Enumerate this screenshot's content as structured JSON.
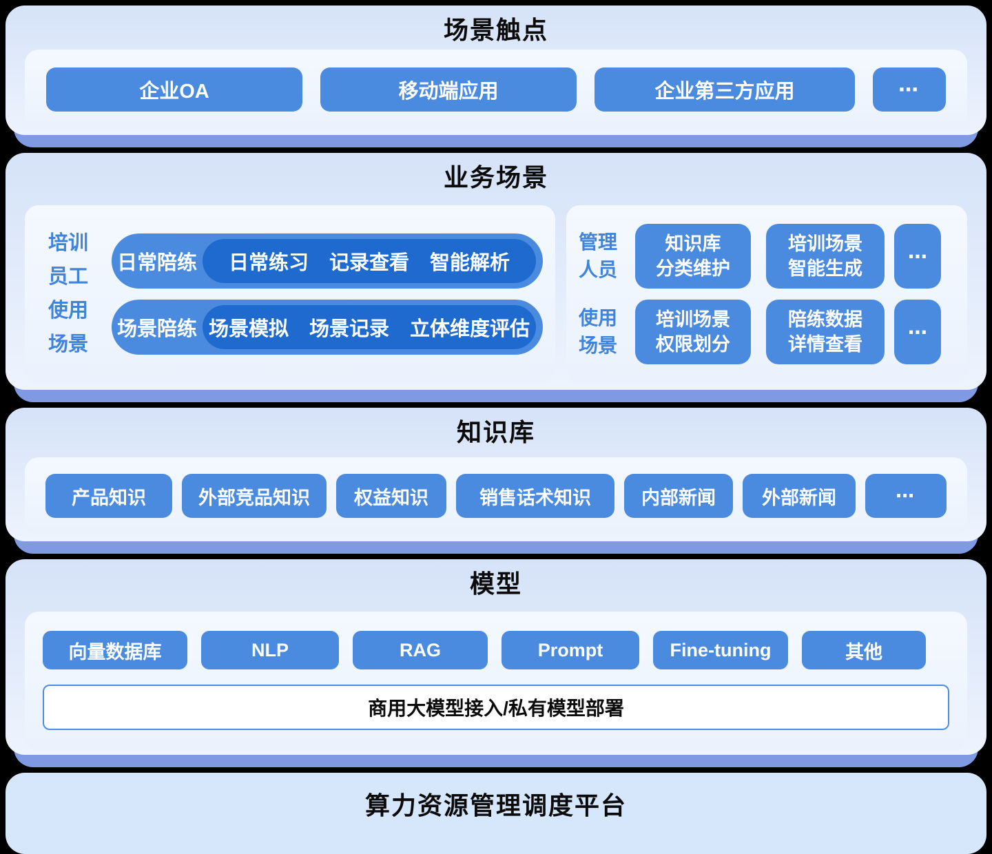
{
  "colors": {
    "background": "#000000",
    "panel_light_blue_top": "#d5e2f8",
    "panel_light_blue_bottom": "#eef4fe",
    "panel_base_3d": "#7f9ae3",
    "inner_panel": "#f0f6fe",
    "node_blue": "#4a8be0",
    "node_dark_blue": "#1e6ace",
    "label_blue_text": "#3f83db",
    "title_text": "#0b0b0b",
    "node_text": "#ffffff"
  },
  "touchpoints": {
    "title": "场景触点",
    "items": [
      "企业OA",
      "移动端应用",
      "企业第三方应用"
    ],
    "more": "⋯"
  },
  "business": {
    "title": "业务场景",
    "left": {
      "label_lines": [
        "培训",
        "员工",
        "使用",
        "场景"
      ],
      "rows": [
        {
          "label": "日常陪练",
          "items": [
            "日常练习",
            "记录查看",
            "智能解析"
          ]
        },
        {
          "label": "场景陪练",
          "items": [
            "场景模拟",
            "场景记录",
            "立体维度评估"
          ]
        }
      ]
    },
    "right": {
      "rows": [
        {
          "label_lines": [
            "管理",
            "人员"
          ],
          "buttons": [
            [
              "知识库",
              "分类维护"
            ],
            [
              "培训场景",
              "智能生成"
            ]
          ],
          "more": "⋯"
        },
        {
          "label_lines": [
            "使用",
            "场景"
          ],
          "buttons": [
            [
              "培训场景",
              "权限划分"
            ],
            [
              "陪练数据",
              "详情查看"
            ]
          ],
          "more": "⋯"
        }
      ]
    }
  },
  "knowledge": {
    "title": "知识库",
    "items": [
      "产品知识",
      "外部竞品知识",
      "权益知识",
      "销售话术知识",
      "内部新闻",
      "外部新闻"
    ],
    "more": "⋯"
  },
  "model": {
    "title": "模型",
    "items": [
      "向量数据库",
      "NLP",
      "RAG",
      "Prompt",
      "Fine-tuning",
      "其他"
    ],
    "banner": "商用大模型接入/私有模型部署"
  },
  "platform": {
    "title": "算力资源管理调度平台"
  }
}
